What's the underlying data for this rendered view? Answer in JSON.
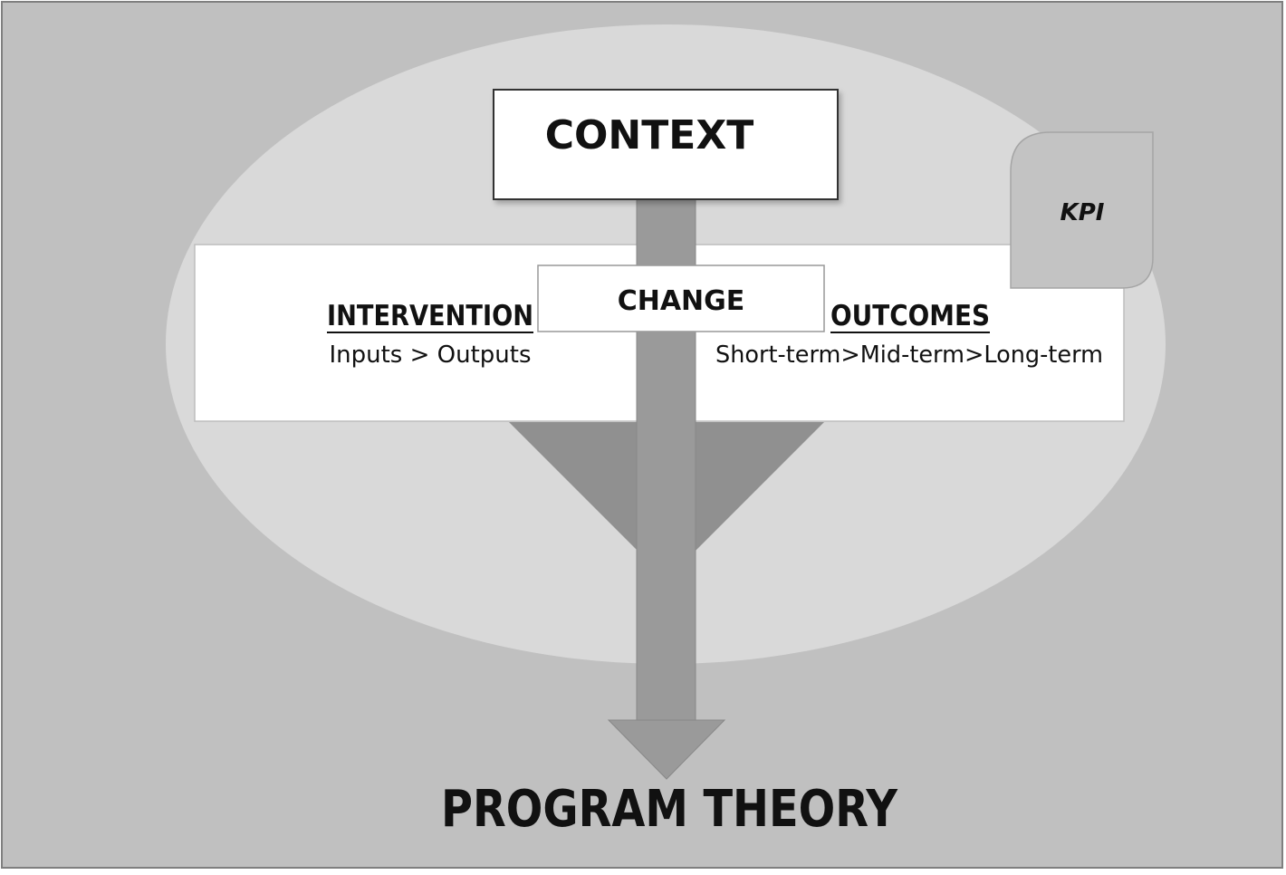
{
  "context": {
    "label": "CONTEXT"
  },
  "change": {
    "label": "CHANGE"
  },
  "kpi": {
    "label": "KPI"
  },
  "intervention": {
    "title": "INTERVENTION",
    "subtitle": "Inputs > Outputs"
  },
  "outcomes": {
    "title": "OUTCOMES",
    "subtitle": "Short-term>Mid-term>Long-term"
  },
  "footer": {
    "label": "PROGRAM THEORY"
  },
  "colors": {
    "background": "#c0c0c0",
    "ellipse": "#d9d9d9",
    "arrow": "#9a9a9a",
    "funnel": "#909090",
    "box": "#ffffff",
    "kpi_box": "#c3c3c3",
    "text": "#111111"
  }
}
